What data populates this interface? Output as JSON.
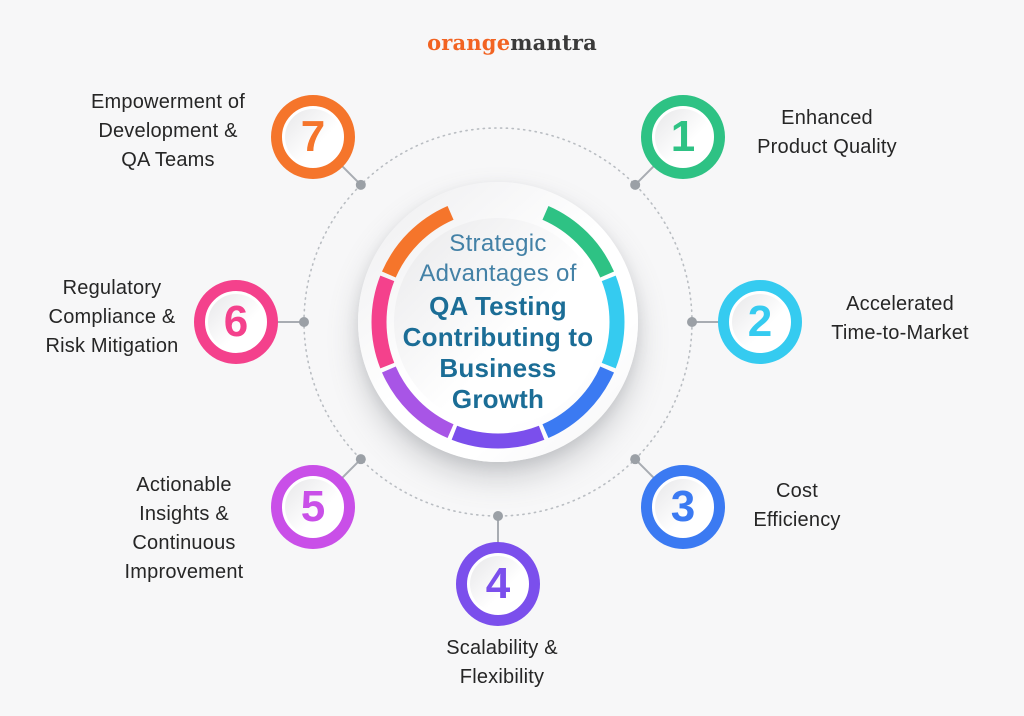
{
  "logo": {
    "part1": "orange",
    "part2": "mantra"
  },
  "center": {
    "title_top": "Strategic\nAdvantages of",
    "title_main": "QA Testing\nContributing to\nBusiness\nGrowth",
    "title_top_color": "#4381A6",
    "title_main_color": "#1B6D96",
    "ring_segments": [
      {
        "item": 1,
        "color": "#2EC284"
      },
      {
        "item": 2,
        "color": "#35CBF0"
      },
      {
        "item": 3,
        "color": "#3B7AF2"
      },
      {
        "item": 4,
        "color": "#7B4FEC"
      },
      {
        "item": 5,
        "color": "#A855E6"
      },
      {
        "item": 6,
        "color": "#F4418C"
      },
      {
        "item": 7,
        "color": "#F5752B"
      }
    ]
  },
  "items": [
    {
      "number": "1",
      "label": "Enhanced\nProduct Quality",
      "color": "#2EC284"
    },
    {
      "number": "2",
      "label": "Accelerated\nTime-to-Market",
      "color": "#35CBF0"
    },
    {
      "number": "3",
      "label": "Cost\nEfficiency",
      "color": "#3B7AF2"
    },
    {
      "number": "4",
      "label": "Scalability &\nFlexibility",
      "color": "#7B4FEC"
    },
    {
      "number": "5",
      "label": "Actionable\nInsights &\nContinuous\nImprovement",
      "color": "#C94FE8"
    },
    {
      "number": "6",
      "label": "Regulatory\nCompliance &\nRisk Mitigation",
      "color": "#F4418C"
    },
    {
      "number": "7",
      "label": "Empowerment of\nDevelopment &\nQA Teams",
      "color": "#F5752B"
    }
  ],
  "connector_style": {
    "line_color": "#A8ACB2",
    "dot_color": "#9BA0A6",
    "dashed_circle_color": "#B9BDC2"
  }
}
